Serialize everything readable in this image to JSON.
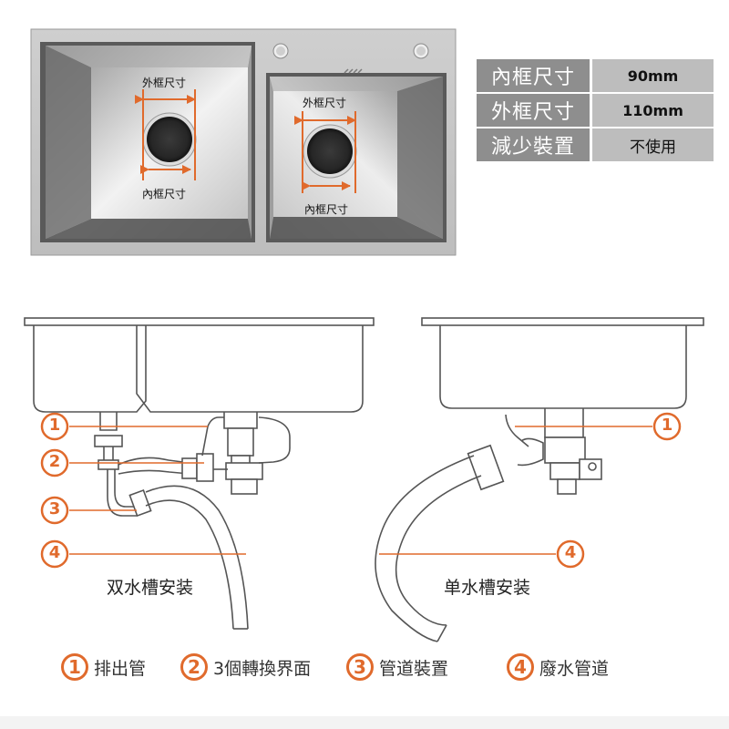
{
  "spec_table": [
    {
      "label": "內框尺寸",
      "value": "90mm"
    },
    {
      "label": "外框尺寸",
      "value": "110mm"
    },
    {
      "label": "減少裝置",
      "value": "不使用"
    }
  ],
  "photo_labels": {
    "left_outer": "外框尺寸",
    "left_inner": "內框尺寸",
    "right_outer": "外框尺寸",
    "right_inner": "內框尺寸"
  },
  "diagram_left": {
    "caption": "双水槽安装",
    "markers": [
      "1",
      "2",
      "3",
      "4"
    ]
  },
  "diagram_right": {
    "caption": "单水槽安装",
    "markers": [
      "1",
      "4"
    ]
  },
  "legend": [
    {
      "num": "1",
      "text": "排出管"
    },
    {
      "num": "2",
      "text": "3個轉換界面"
    },
    {
      "num": "3",
      "text": "管道裝置"
    },
    {
      "num": "4",
      "text": "廢水管道"
    }
  ],
  "colors": {
    "accent": "#e06a2c",
    "steel_dark": "#4a4a4a",
    "steel_light": "#d9d9d9",
    "table_label_bg": "#8e8e8e",
    "table_value_bg": "#bdbdbd"
  }
}
